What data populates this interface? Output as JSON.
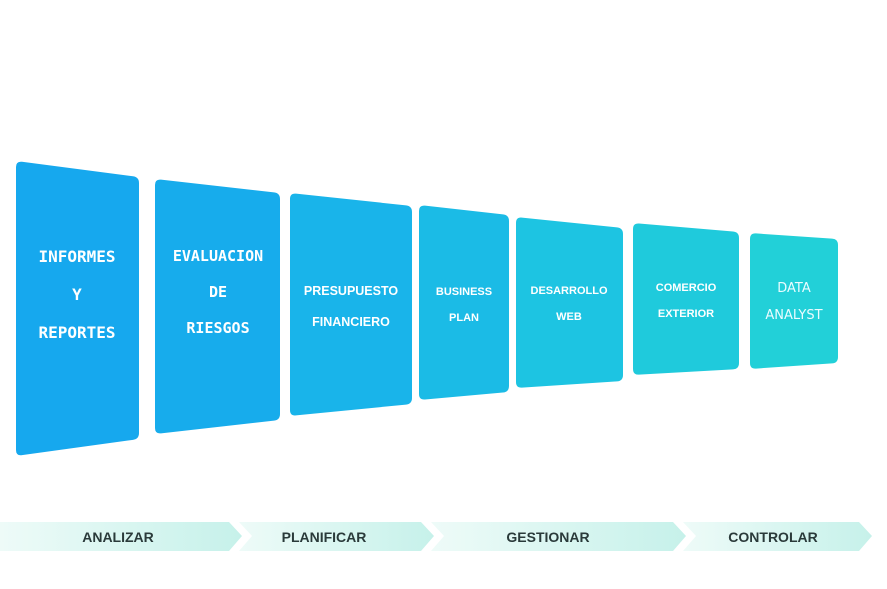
{
  "panels": [
    {
      "lines": [
        "INFORMES",
        "Y",
        "REPORTES"
      ],
      "color": "#16a8ee"
    },
    {
      "lines": [
        "EVALUACION",
        "DE",
        "RIESGOS"
      ],
      "color": "#17acec"
    },
    {
      "lines": [
        "PRESUPUESTO",
        "FINANCIERO"
      ],
      "color": "#19b4ea"
    },
    {
      "lines": [
        "BUSINESS",
        "PLAN"
      ],
      "color": "#1bbbe6"
    },
    {
      "lines": [
        "DESARROLLO",
        "WEB"
      ],
      "color": "#1dc4e2"
    },
    {
      "lines": [
        "COMERCIO",
        "EXTERIOR"
      ],
      "color": "#1fcadc"
    },
    {
      "lines": [
        "DATA",
        "ANALYST"
      ],
      "color": "#22d0d8"
    }
  ],
  "stages": [
    {
      "label": "ANALIZAR"
    },
    {
      "label": "PLANIFICAR"
    },
    {
      "label": "GESTIONAR"
    },
    {
      "label": "CONTROLAR"
    }
  ],
  "colors": {
    "stage_fill": "#c6f1ea",
    "stage_fill_light": "#eefbf8"
  }
}
